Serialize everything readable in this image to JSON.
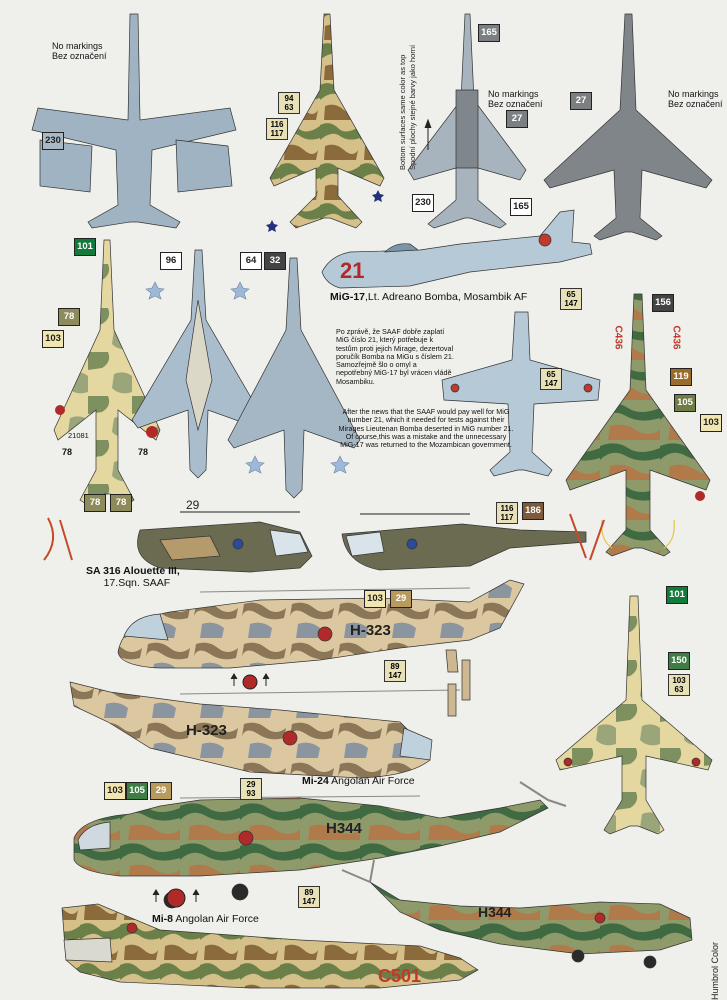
{
  "notes": {
    "no_markings_1": "No markings",
    "no_markings_1b": "Bez označení",
    "no_markings_2": "No markings",
    "no_markings_2b": "Bez označení",
    "no_markings_3": "No markings",
    "no_markings_3b": "Bez označení",
    "bottom_note_en": "Bottom surfaces same color as top",
    "bottom_note_cz": "Spodní plochy stejné barvy jako horní",
    "story_cz": "Po zprávě, že SAAF dobře zaplatí MiG číslo 21, který potřebuje k testům proti jejich Mirage, dezertoval poručík Bomba na MiGu s číslem 21. Samozřejmě šlo o omyl a nepotřebný MiG-17 byl vrácen vládě Mosambiku.",
    "story_en": "After the news that the SAAF would pay well for MiG number 21, which it needed for tests against their Mirages Lieutenan Bomba deserted in MiG number 21. Of course,this was a mistake and the unnecessary MiG-17 was returned to the Mozambican government."
  },
  "titles": {
    "mig17_bold": "MiG-17",
    "mig17_rest": ",Lt. Adreano Bomba, Mosambik AF",
    "alouette_bold": "SA 316 Alouette III,",
    "alouette_sub": "17.Sqn. SAAF",
    "mi24_bold": "Mi-24",
    "mi24_rest": " Angolan Air Force",
    "mi8_bold": "Mi-8",
    "mi8_rest": " Angolan Air Force"
  },
  "codes": {
    "mig17_number": "21",
    "alouette_number": "29",
    "mi24_left": "H-323",
    "mi24_right": "H-323",
    "mi8_left": "H344",
    "mi8_right": "H344",
    "su22_nose": "C501",
    "su_left_wing": "C436",
    "su_right_wing": "C436",
    "stencil": "21081"
  },
  "swatches": {
    "s230a": "230",
    "s94": "94",
    "s63": "63",
    "s116": "116",
    "s117": "117",
    "s165a": "165",
    "s27a": "27",
    "s230b": "230",
    "s165b": "165",
    "s27b": "27",
    "s101a": "101",
    "s96": "96",
    "s64": "64",
    "s32": "32",
    "s78a": "78",
    "s103a": "103",
    "s78b": "78",
    "s78c": "78",
    "s78d": "78",
    "s78e": "78",
    "s156": "156",
    "s119": "119",
    "s105a": "105",
    "s103b": "103",
    "s65a": "65",
    "s147a": "147",
    "s65b": "65",
    "s147b": "147",
    "s116b": "116",
    "s117b": "117",
    "s186": "186",
    "s103c": "103",
    "s29a": "29",
    "s89a": "89",
    "s147c": "147",
    "s101b": "101",
    "s150": "150",
    "s103d": "103",
    "s63b": "63",
    "s103e": "103",
    "s105b": "105",
    "s29b": "29",
    "s29c": "29",
    "s93": "93",
    "s89b": "89",
    "s147d": "147"
  },
  "side_text": "Humbrol Color",
  "colors": {
    "grey_blue": "#9fb3c3",
    "sand": "#d9c791",
    "green": "#5d7b45",
    "brown": "#8e6a3e",
    "light_blue": "#b6c9d6"
  }
}
